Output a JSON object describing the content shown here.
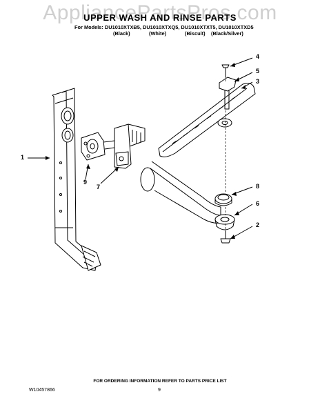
{
  "watermark": "AppliancePartsPros.com",
  "title": "UPPER WASH AND RINSE PARTS",
  "models_line": "For Models: DU1010XTXB5, DU1010XTXQ5, DU1010XTXT5, DU1010XTXD5",
  "colors": [
    "(Black)",
    "(White)",
    "(Biscuit)",
    "(Black/Silver)"
  ],
  "callouts": {
    "c1": "1",
    "c2": "2",
    "c3": "3",
    "c4": "4",
    "c5": "5",
    "c6": "6",
    "c7": "7",
    "c8": "8",
    "c9": "9"
  },
  "footer_note": "FOR ORDERING INFORMATION REFER TO PARTS PRICE LIST",
  "doc_number": "W10457866",
  "page_number": "9"
}
